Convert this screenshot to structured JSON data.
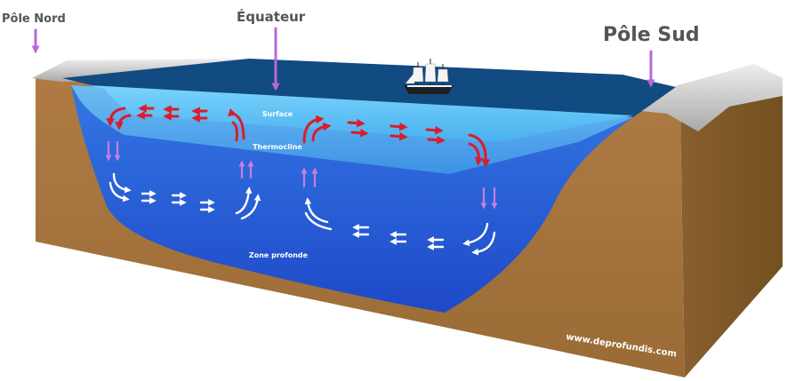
{
  "labels": {
    "north_pole": "Pôle Nord",
    "equator": "Équateur",
    "south_pole": "Pôle Sud",
    "surface": "Surface",
    "thermocline": "Thermocline",
    "deep_zone": "Zone profonde",
    "website": "www.deprofundis.com"
  },
  "colors": {
    "ocean_surface": "#124a82",
    "surface_layer": "#5fc4f4",
    "thermocline_layer": "#3f9be8",
    "deep_layer": "#2458d6",
    "earth": "#a8763f",
    "ice": "#c9c9c9",
    "warm_arrow": "#d81e2c",
    "cold_arrow": "#ffffff",
    "vertical_arrow": "#c77ee0",
    "pole_marker": "#b868d8"
  },
  "icons": [
    "ship-icon",
    "pole-marker-arrow-icon",
    "current-arrow-icon",
    "circulation-arrow-icon"
  ]
}
